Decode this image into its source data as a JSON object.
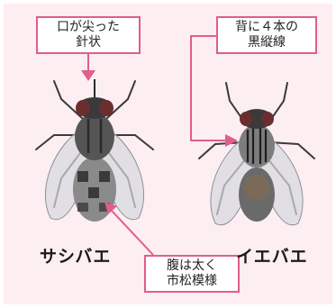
{
  "callouts": {
    "mouth": "口が尖った\n針状",
    "back": "背に４本の\n黒縦線",
    "abdomen": "腹は太く\n市松模様"
  },
  "labels": {
    "stable_fly": "サシバエ",
    "house_fly": "イエバエ"
  },
  "colors": {
    "background": "#fdeef1",
    "accent": "#e05d8c",
    "fly_dark": "#2e2e2e",
    "fly_mid": "#777777",
    "wing": "#cfd3d8"
  }
}
